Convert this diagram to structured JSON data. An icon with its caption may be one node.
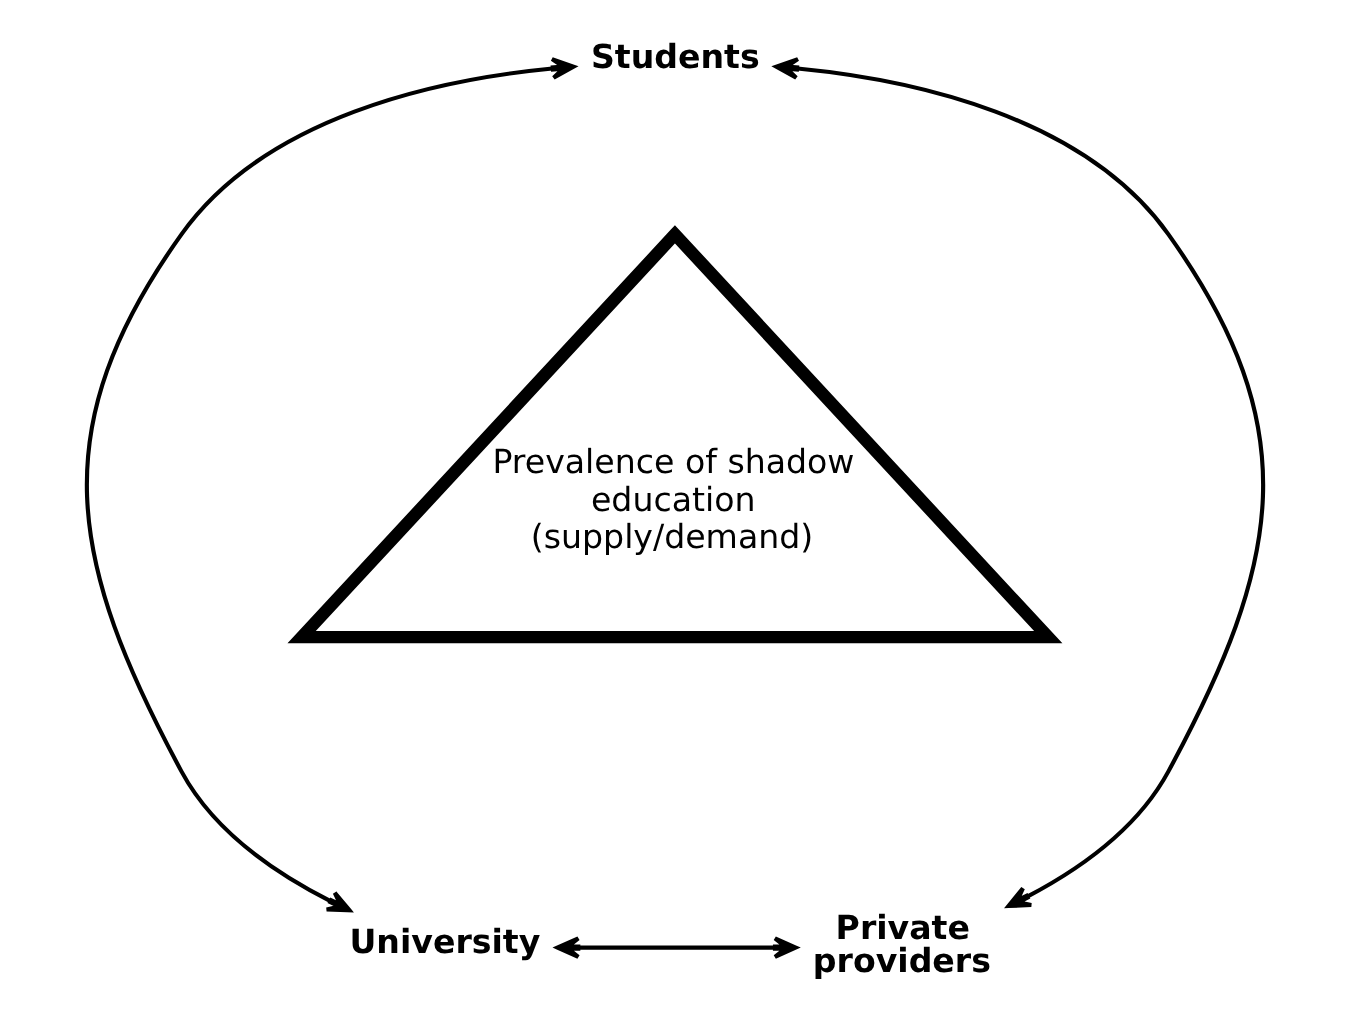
{
  "diagram": {
    "nodes": [
      {
        "text": [
          "Students"
        ]
      },
      {
        "text": [
          "University"
        ]
      },
      {
        "text": [
          "Private providers"
        ]
      },
      {
        "text": [
          "Prevalence of shadow education (supply/demand)"
        ]
      }
    ],
    "edges": [
      {
        "from": 0,
        "to": 1,
        "arrow": "both"
      },
      {
        "from": 1,
        "to": 2,
        "arrow": "both"
      },
      {
        "from": 0,
        "to": 2,
        "arrow": "both"
      }
    ]
  }
}
